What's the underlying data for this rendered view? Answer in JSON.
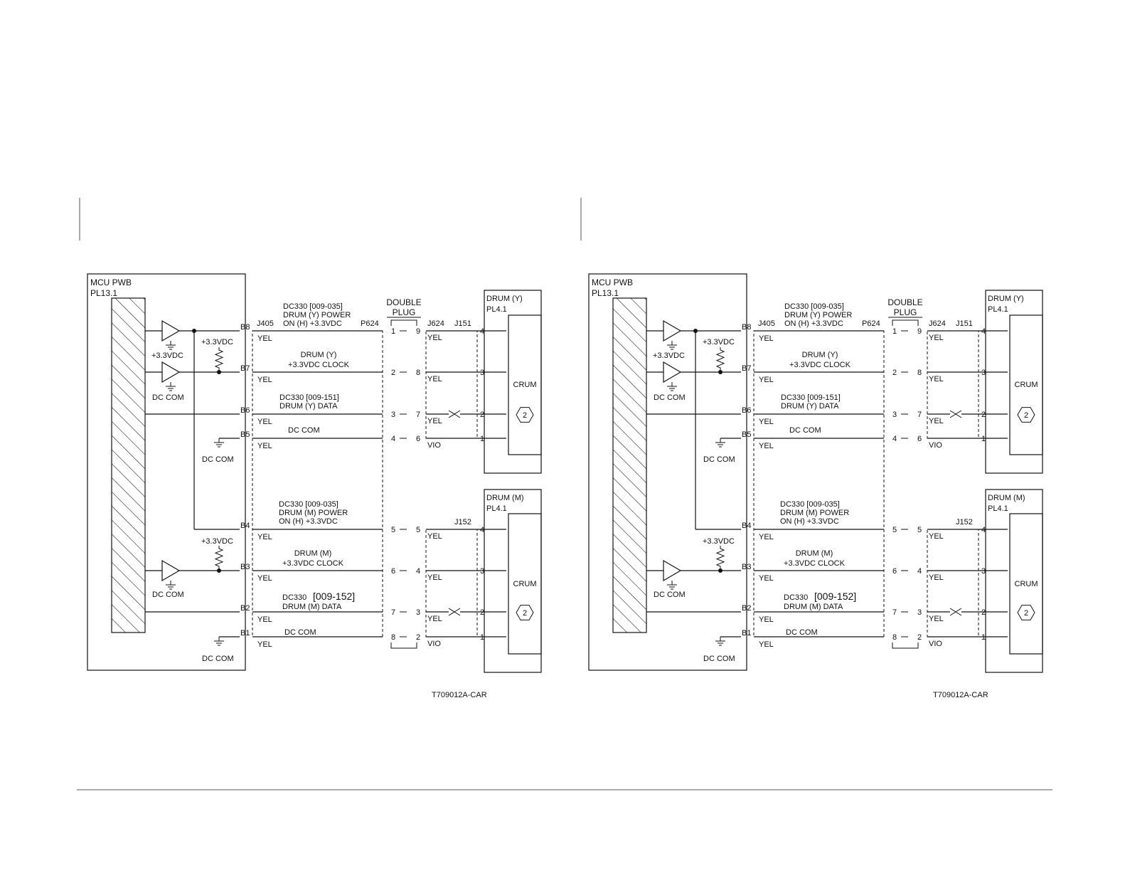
{
  "diagram": {
    "board_name": "MCU PWB",
    "board_pl": "PL13.1",
    "conn_left": "J405",
    "conn_p624": "P624",
    "conn_j624": "J624",
    "double_plug_line1": "DOUBLE",
    "double_plug_line2": "PLUG",
    "drum_y_name": "DRUM (Y)",
    "drum_y_pl": "PL4.1",
    "drum_m_name": "DRUM (M)",
    "drum_m_pl": "PL4.1",
    "j151": "J151",
    "j152": "J152",
    "crum": "CRUM",
    "crum_ref": "2",
    "v33": "+3.3VDC",
    "dc_com": "DC COM",
    "figure_id": "T709012A-CAR",
    "sig_y_power": [
      "DC330 [009-035]",
      "DRUM (Y) POWER",
      "ON (H) +3.3VDC"
    ],
    "sig_y_clock": [
      "DRUM (Y)",
      "+3.3VDC CLOCK"
    ],
    "sig_y_data": [
      "DC330 [009-151]",
      "DRUM (Y) DATA"
    ],
    "sig_dc_com": "DC COM",
    "sig_m_power": [
      "DC330 [009-035]",
      "DRUM (M) POWER",
      "ON (H) +3.3VDC"
    ],
    "sig_m_clock": [
      "DRUM (M)",
      "+3.3VDC CLOCK"
    ],
    "sig_m_data_prefix": "DC330",
    "sig_m_data_code": "[009-152]",
    "sig_m_data_line2": "DRUM (M) DATA",
    "pins": [
      "B8",
      "B7",
      "B6",
      "B5",
      "B4",
      "B3",
      "B2",
      "B1"
    ],
    "plug_left": [
      "1",
      "2",
      "3",
      "4",
      "5",
      "6",
      "7",
      "8"
    ],
    "plug_right": [
      "9",
      "8",
      "7",
      "6",
      "5",
      "4",
      "3",
      "2"
    ],
    "crum_pins": [
      "4",
      "3",
      "2",
      "1"
    ],
    "wire_left": "YEL",
    "wire_right": [
      "YEL",
      "YEL",
      "YEL",
      "VIO"
    ]
  }
}
